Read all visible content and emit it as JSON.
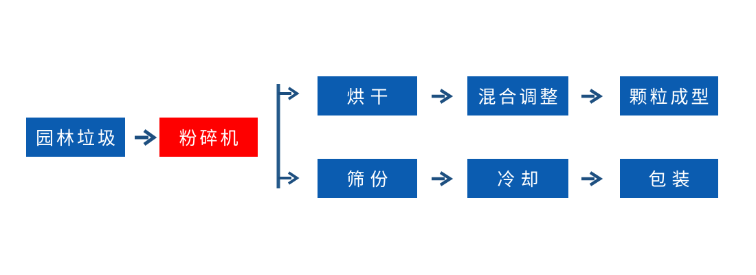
{
  "colors": {
    "background": "#ffffff",
    "box_blue": "#0b5cb0",
    "box_red": "#fe0000",
    "connector": "#1d4f80",
    "bracket": "#24598a",
    "text_white": "#ffffff"
  },
  "diagram": {
    "source": {
      "label": "园林垃圾"
    },
    "crusher": {
      "label": "粉碎机"
    },
    "branches": {
      "top": {
        "steps": [
          {
            "label": "烘干"
          },
          {
            "label": "混合调整"
          },
          {
            "label": "颗粒成型"
          }
        ]
      },
      "bottom": {
        "steps": [
          {
            "label": "筛份"
          },
          {
            "label": "冷却"
          },
          {
            "label": "包装"
          }
        ]
      }
    }
  },
  "icons": {
    "arrow_right": "→",
    "branch_split": "↦"
  }
}
